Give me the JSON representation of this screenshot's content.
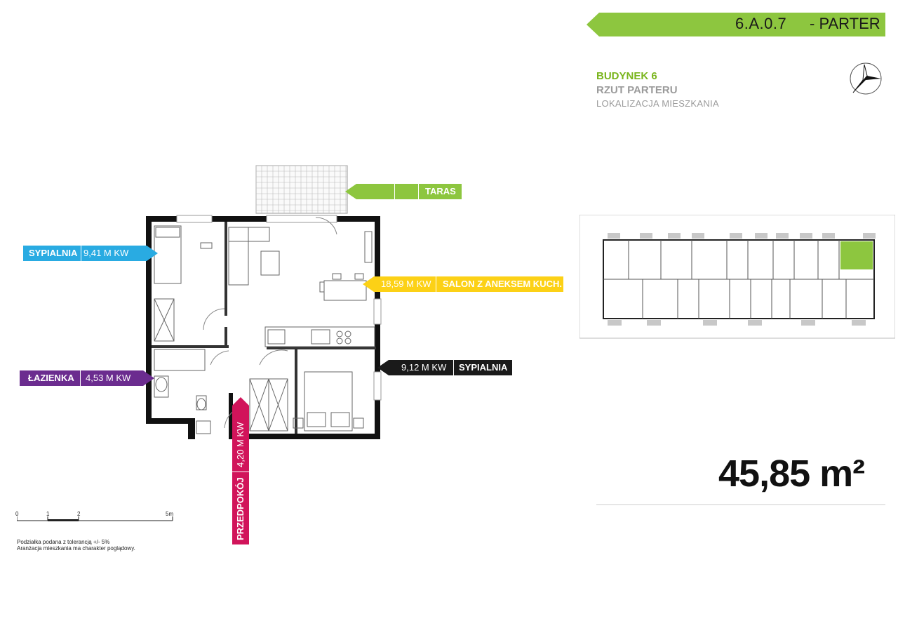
{
  "header": {
    "apartment_code": "6.A.0.7",
    "floor": "- PARTER",
    "building": "BUDYNEK 6",
    "plan_type": "RZUT PARTERU",
    "location": "LOKALIZACJA MIESZKANIA"
  },
  "area_total": "45,85 m²",
  "rooms": [
    {
      "name": "SYPIALNIA",
      "area": "9,41 M KW",
      "color": "#29abe2"
    },
    {
      "name": "ŁAZIENKA",
      "area": "4,53 M KW",
      "color": "#6b2c8f"
    },
    {
      "name": "SALON Z ANEKSEM KUCH.",
      "area": "18,59 M KW",
      "color": "#fcd116"
    },
    {
      "name": "SYPIALNIA",
      "area": "9,12 M KW",
      "color": "#1a1a1a"
    },
    {
      "name": "TARAS",
      "area": "",
      "color": "#8dc63f"
    },
    {
      "name": "PRZEDPOKÓJ",
      "area": "4,20 M KW",
      "color": "#d1145a"
    }
  ],
  "scale": {
    "ticks": [
      "0",
      "1",
      "2",
      "5m"
    ]
  },
  "notes": [
    "Podziałka podana z tolerancją +/- 5%",
    "Aranżacja mieszkania ma charakter poglądowy."
  ],
  "colors": {
    "accent_green": "#8dc63f",
    "highlight_unit": "#8dc63f"
  }
}
